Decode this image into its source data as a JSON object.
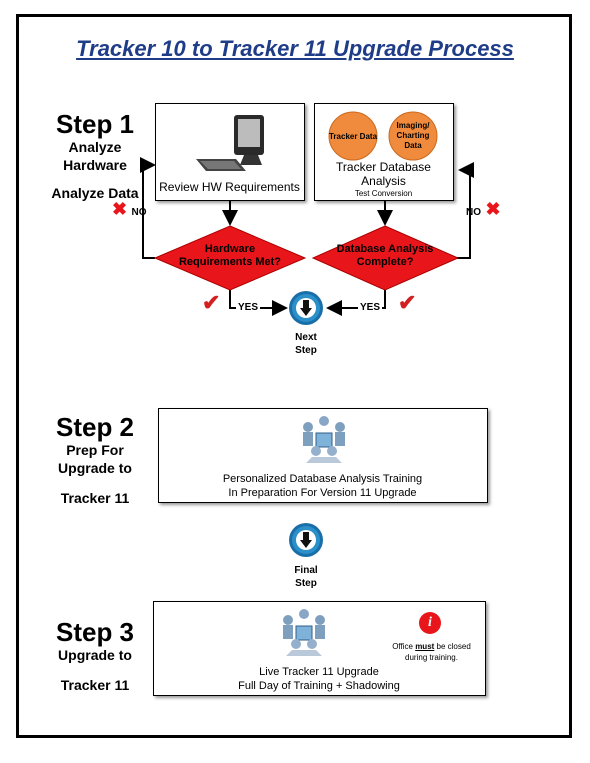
{
  "title": "Tracker 10 to Tracker 11 Upgrade Process",
  "step1": {
    "label": "Step 1",
    "sub1": "Analyze",
    "sub2": "Hardware",
    "sub3": "Analyze Data",
    "hw_box_label": "Review HW Requirements",
    "db_circle_left": "Tracker Data",
    "db_circle_right_1": "Imaging/",
    "db_circle_right_2": "Charting",
    "db_circle_right_3": "Data",
    "db_box_label_1": "Tracker Database",
    "db_box_label_2": "Analysis",
    "db_box_sublabel": "Test Conversion",
    "decision_left_1": "Hardware",
    "decision_left_2": "Requirements Met?",
    "decision_right_1": "Database Analysis",
    "decision_right_2": "Complete?",
    "no_label": "NO",
    "yes_label": "YES",
    "next_1": "Next",
    "next_2": "Step"
  },
  "step2": {
    "label": "Step 2",
    "sub1": "Prep For",
    "sub2": "Upgrade to",
    "sub3": "Tracker 11",
    "box_line1": "Personalized Database Analysis Training",
    "box_line2": "In Preparation For Version 11 Upgrade",
    "final_1": "Final",
    "final_2": "Step"
  },
  "step3": {
    "label": "Step 3",
    "sub1": "Upgrade to",
    "sub2": "Tracker 11",
    "box_line1": "Live Tracker 11 Upgrade",
    "box_line2": "Full Day of Training + Shadowing",
    "note_pre": "Office ",
    "note_bold": "must",
    "note_post": " be closed",
    "note_line2": "during training."
  },
  "colors": {
    "title": "#1f3c88",
    "diamond": "#e8161b",
    "circle": "#f08a3c",
    "check": "#d31f1f",
    "nav_button": "#2b8fc9"
  }
}
